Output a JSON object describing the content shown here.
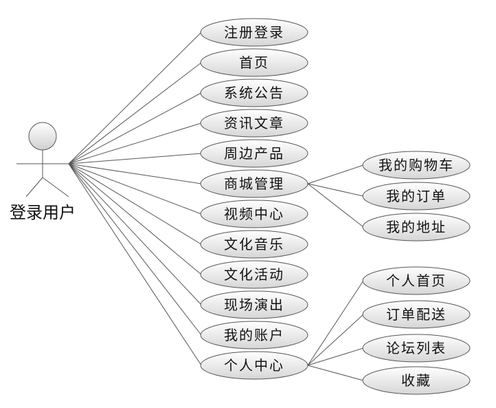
{
  "actor": {
    "label": "登录用户"
  },
  "use_cases": [
    "注册登录",
    "首页",
    "系统公告",
    "资讯文章",
    "周边产品",
    "商城管理",
    "视频中心",
    "文化音乐",
    "文化活动",
    "现场演出",
    "我的账户",
    "个人中心"
  ],
  "mall_children": [
    "我的购物车",
    "我的订单",
    "我的地址"
  ],
  "center_children": [
    "个人首页",
    "订单配送",
    "论坛列表",
    "收藏"
  ],
  "colors": {
    "stroke": "#555555",
    "fill_light": "#ffffff",
    "fill_dark": "#d6d6d6",
    "text": "#111111"
  }
}
